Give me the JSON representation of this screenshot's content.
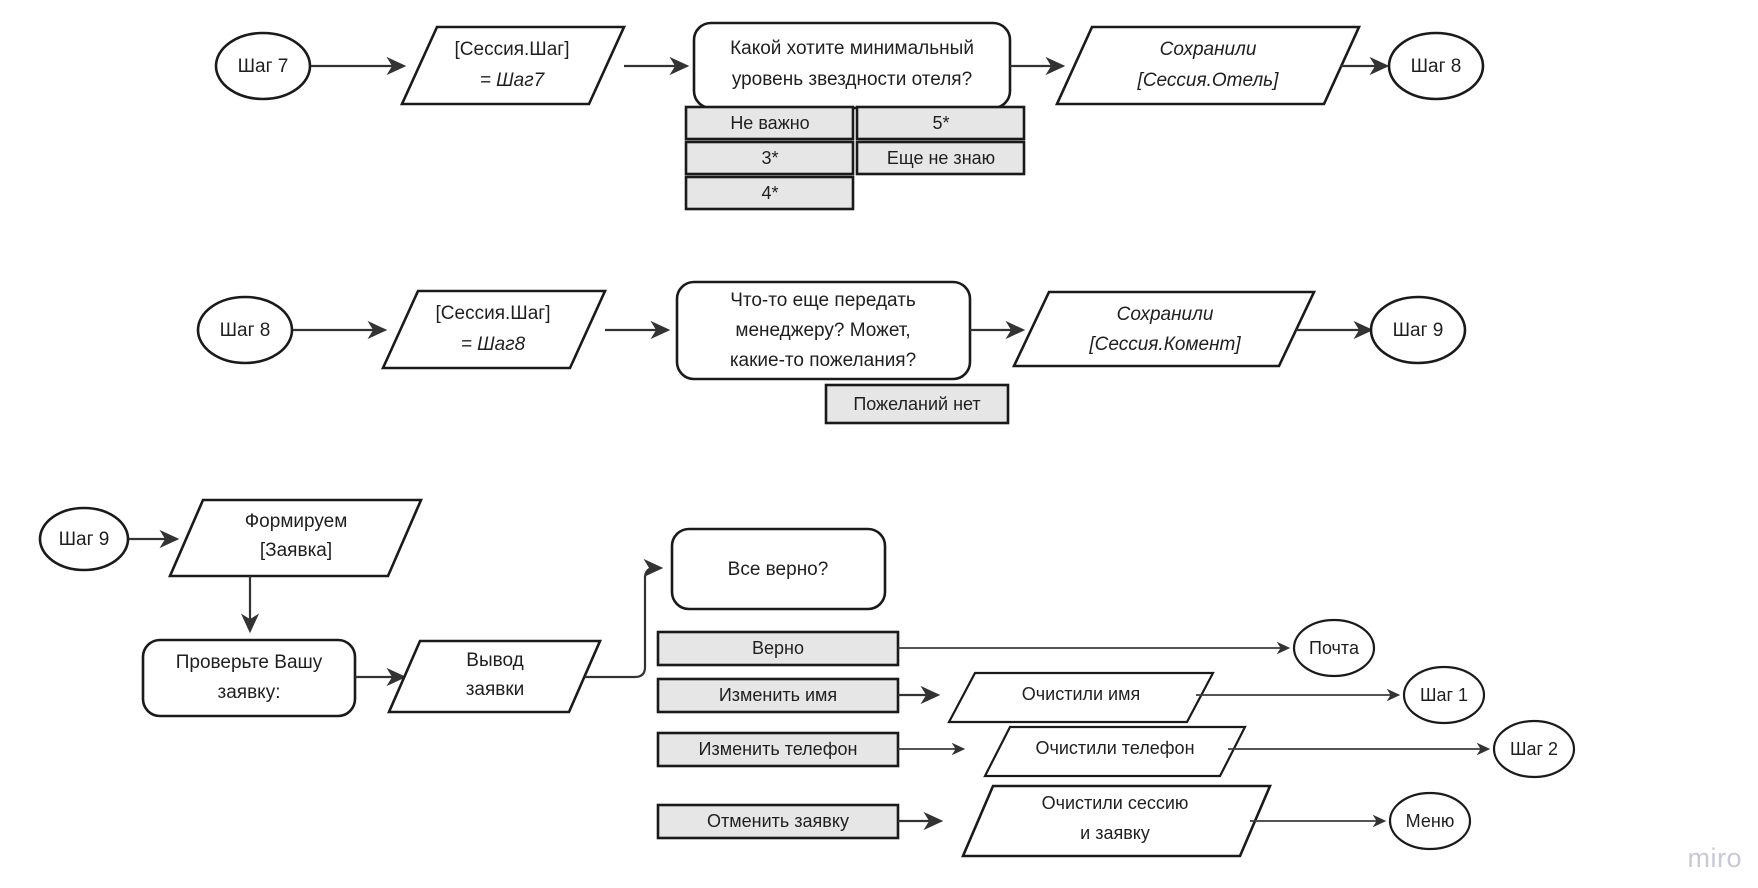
{
  "diagram": {
    "title": "Chatbot booking flow (steps 7-9)",
    "watermark": "miro",
    "colors": {
      "stroke": "#1a1a1a",
      "connector": "#333333",
      "button_fill": "#e6e6e6",
      "shape_fill": "#ffffff",
      "text": "#1f1f1f",
      "watermark": "#c9c9d6"
    }
  },
  "row1": {
    "start_node": "Шаг 7",
    "assign": {
      "line1": "[Сессия.Шаг]",
      "line2": "= Шаг7"
    },
    "question": {
      "line1": "Какой хотите минимальный",
      "line2": "уровень звездности отеля?"
    },
    "options": [
      {
        "label": "Не важно"
      },
      {
        "label": "5*"
      },
      {
        "label": "3*"
      },
      {
        "label": "Еще не знаю"
      },
      {
        "label": "4*"
      }
    ],
    "save": {
      "line1": "Сохранили",
      "line2": "[Сессия.Отель]"
    },
    "end_node": "Шаг 8"
  },
  "row2": {
    "start_node": "Шаг 8",
    "assign": {
      "line1": "[Сессия.Шаг]",
      "line2": "= Шаг8"
    },
    "question": {
      "line1": "Что-то еще передать",
      "line2": "менеджеру? Может,",
      "line3": "какие-то пожелания?"
    },
    "options": [
      {
        "label": "Пожеланий нет"
      }
    ],
    "save": {
      "line1": "Сохранили",
      "line2": "[Сессия.Комент]"
    },
    "end_node": "Шаг 9"
  },
  "row3": {
    "start_node": "Шаг 9",
    "form": {
      "line1": "Формируем",
      "line2": "[Заявка]"
    },
    "check_prompt": {
      "line1": "Проверьте Вашу",
      "line2": "заявку:"
    },
    "output": {
      "line1": "Вывод",
      "line2": "заявки"
    },
    "confirm_question": "Все верно?",
    "branches": [
      {
        "button": "Верно",
        "action": null,
        "end_node": "Почта"
      },
      {
        "button": "Изменить имя",
        "action": {
          "line1": "Очистили имя",
          "line2": ""
        },
        "end_node": "Шаг 1"
      },
      {
        "button": "Изменить телефон",
        "action": {
          "line1": "Очистили телефон",
          "line2": ""
        },
        "end_node": "Шаг 2"
      },
      {
        "button": "Отменить заявку",
        "action": {
          "line1": "Очистили сессию",
          "line2": "и заявку"
        },
        "end_node": "Меню"
      }
    ]
  }
}
